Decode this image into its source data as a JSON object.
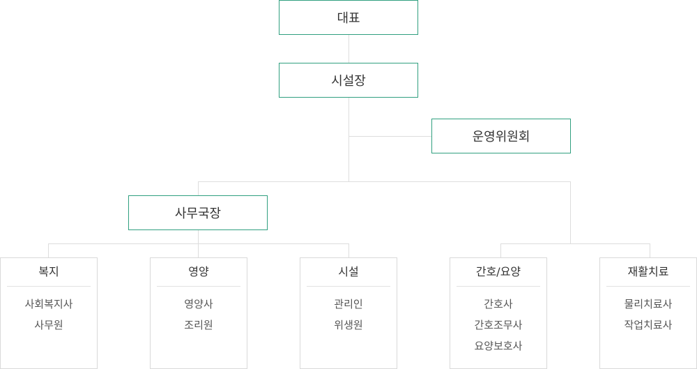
{
  "colors": {
    "node_border": "#2f9f7f",
    "dept_border": "#d9d9d9",
    "connector": "#dddddd",
    "text": "#333333"
  },
  "org": {
    "ceo": "대표",
    "director": "시설장",
    "committee": "운영위원회",
    "secretary_general": "사무국장",
    "departments": [
      {
        "title": "복지",
        "roles": [
          "사회복지사",
          "사무원"
        ]
      },
      {
        "title": "영양",
        "roles": [
          "영양사",
          "조리원"
        ]
      },
      {
        "title": "시설",
        "roles": [
          "관리인",
          "위생원"
        ]
      },
      {
        "title": "간호/요양",
        "roles": [
          "간호사",
          "간호조무사",
          "요양보호사"
        ]
      },
      {
        "title": "재활치료",
        "roles": [
          "물리치료사",
          "작업치료사"
        ]
      }
    ]
  }
}
